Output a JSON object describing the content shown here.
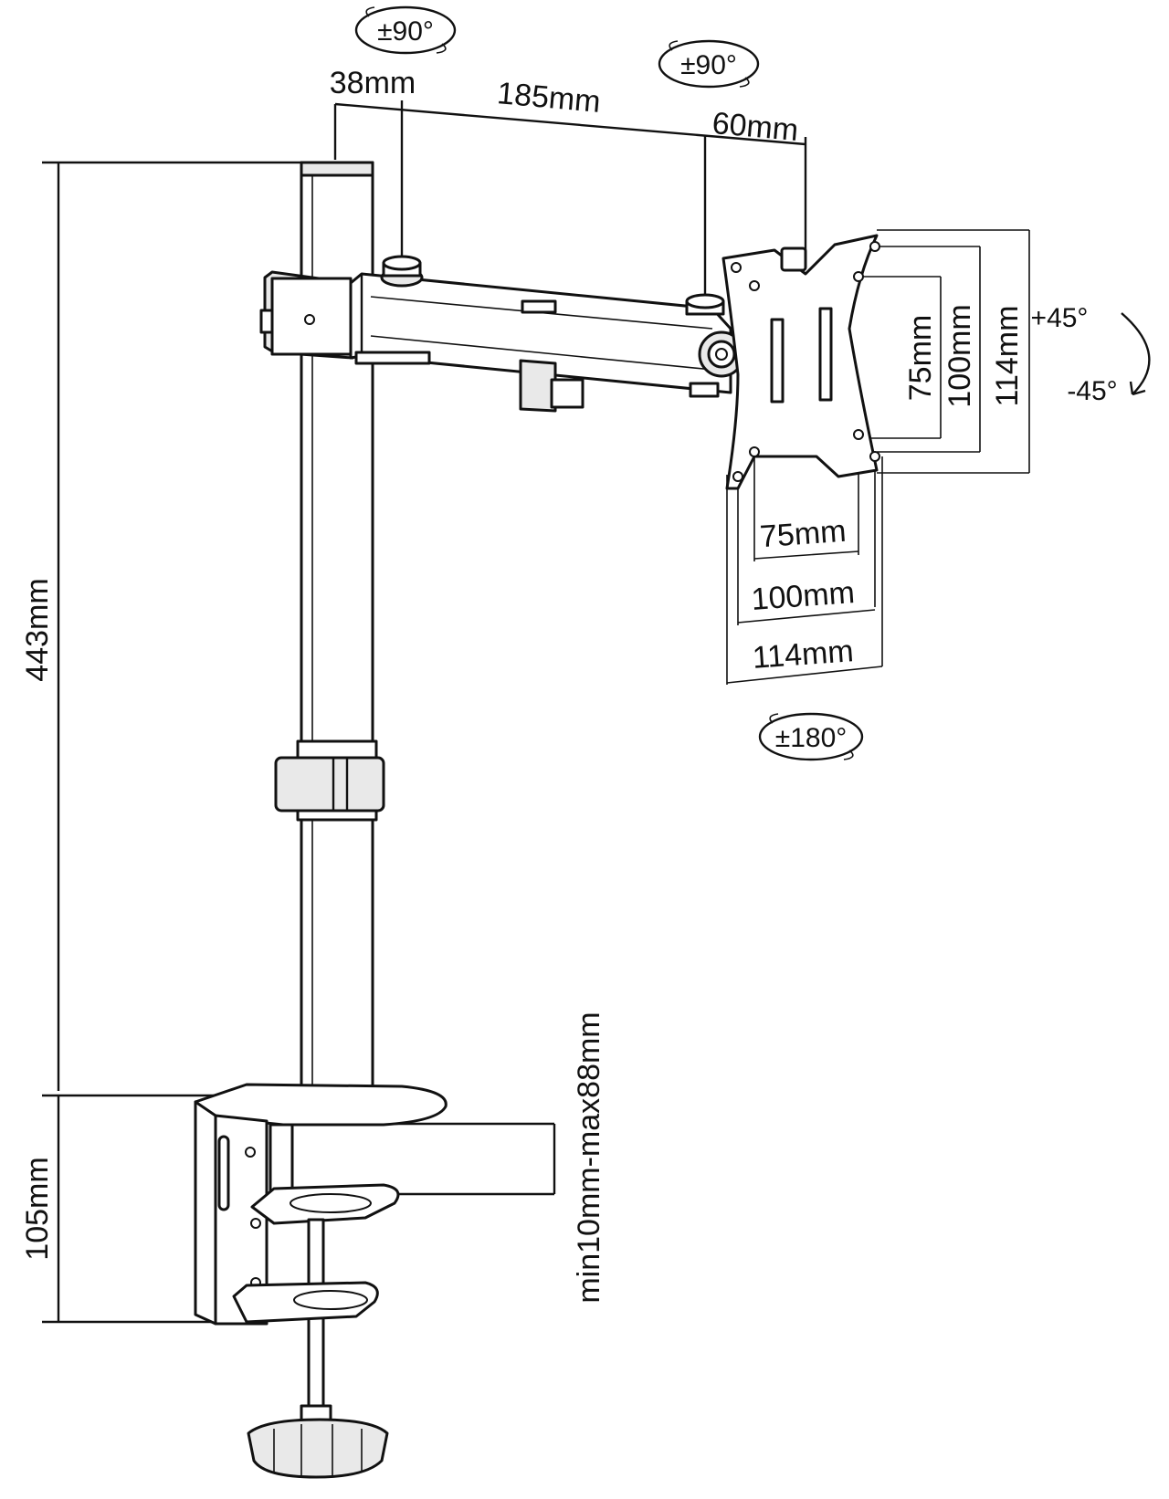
{
  "diagram": {
    "colors": {
      "line": "#111111",
      "background": "#ffffff",
      "shade": "#e9e9e9"
    },
    "angles": {
      "arm_rotation_pole": "±90°",
      "arm_rotation_head": "±90°",
      "plate_rotation": "±180°",
      "tilt_up": "+45°",
      "tilt_down": "-45°"
    },
    "dimensions": {
      "pole_diameter": "38mm",
      "arm_length": "185mm",
      "head_offset": "60mm",
      "pole_height": "443mm",
      "clamp_height": "105mm",
      "clamp_range": "min10mm-max88mm",
      "vesa_v_75": "75mm",
      "vesa_v_100": "100mm",
      "vesa_v_114": "114mm",
      "vesa_h_75": "75mm",
      "vesa_h_100": "100mm",
      "vesa_h_114": "114mm"
    }
  }
}
